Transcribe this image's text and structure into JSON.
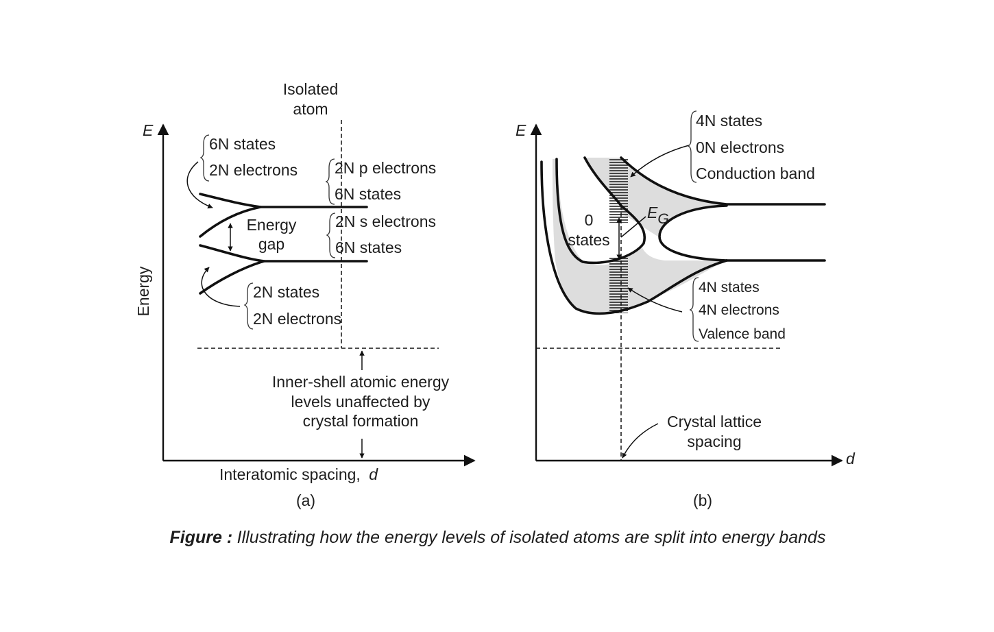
{
  "panel_a": {
    "axis_e": "E",
    "axis_energy": "Energy",
    "axis_x": "Interatomic spacing,",
    "axis_x_var": "d",
    "isolated_line1": "Isolated",
    "isolated_line2": "atom",
    "upper_left_states": "6N states",
    "upper_left_electrons": "2N electrons",
    "energy_gap_line1": "Energy",
    "energy_gap_line2": "gap",
    "p_electrons": "2N p electrons",
    "p_states": "6N states",
    "s_electrons": "2N s electrons",
    "s_states": "6N states",
    "lower_states": "2N states",
    "lower_electrons": "2N electrons",
    "inner_line1": "Inner-shell atomic energy",
    "inner_line2": "levels unaffected by",
    "inner_line3": "crystal formation",
    "label": "(a)"
  },
  "panel_b": {
    "axis_e": "E",
    "axis_d": "d",
    "cb_states": "4N states",
    "cb_electrons": "0N electrons",
    "cb_name": "Conduction band",
    "zero_line1": "0",
    "zero_line2": "states",
    "eg_main": "E",
    "eg_sub": "G",
    "vb_states": "4N states",
    "vb_electrons": "4N electrons",
    "vb_name": "Valence band",
    "lattice_line1": "Crystal lattice",
    "lattice_line2": "spacing",
    "label": "(b)"
  },
  "caption": {
    "bold": "Figure :",
    "text": "Illustrating how the energy levels of isolated atoms are split into energy bands"
  }
}
